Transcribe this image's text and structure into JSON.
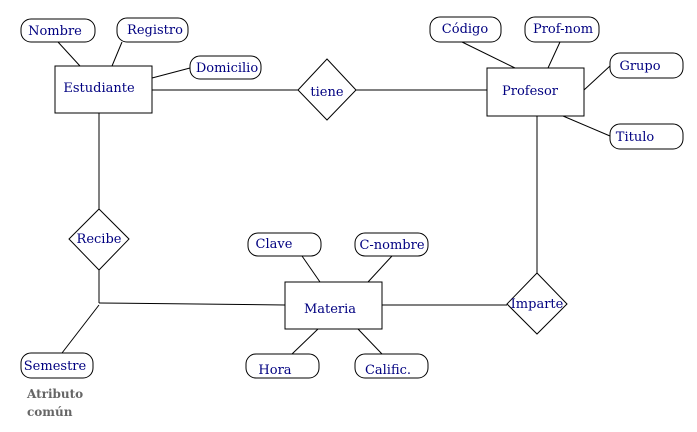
{
  "entities": {
    "estudiante": "Estudiante",
    "profesor": "Profesor",
    "materia": "Materia"
  },
  "relationships": {
    "tiene": "tiene",
    "recibe": "Recibe",
    "imparte": "Imparte"
  },
  "attributes": {
    "nombre": "Nombre",
    "registro": "Registro",
    "domicilio": "Domicilio",
    "codigo": "Código",
    "prof_nom": "Prof-nom",
    "grupo": "Grupo",
    "titulo": "Titulo",
    "clave": "Clave",
    "c_nombre": "C-nombre",
    "hora": "Hora",
    "calific": "Calific.",
    "semestre": "Semestre"
  },
  "note": {
    "line1": "Atributo",
    "line2": "común"
  },
  "colors": {
    "text": "#000080",
    "stroke": "#000000",
    "note": "#666666"
  }
}
